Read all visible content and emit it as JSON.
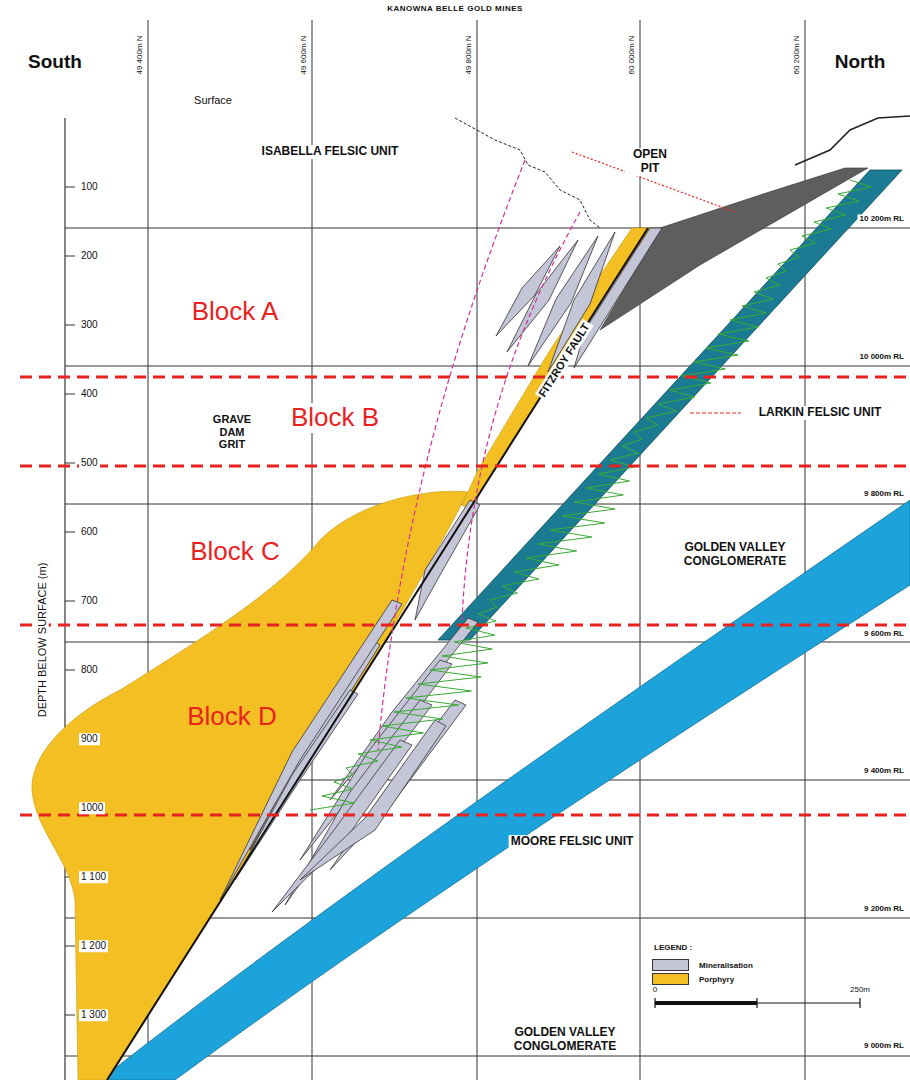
{
  "diagram": {
    "title": "KANOWNA BELLE GOLD MINES",
    "labels": [
      "South",
      "North",
      "Surface",
      "49 400m N",
      "49 600m N",
      "49 800m N",
      "60 000m N",
      "60 200m N",
      "100",
      "200",
      "300",
      "400",
      "500",
      "600",
      "700",
      "800",
      "900",
      "1000",
      "1 100",
      "1 200",
      "1 300",
      "DEPTH BELOW SURFACE (m)",
      "10 200m RL",
      "10 000m RL",
      "9 800m RL",
      "9 600m RL",
      "9 400m RL",
      "9 200m RL",
      "9 000m RL",
      "ISABELLA FELSIC UNIT",
      "OPEN PIT",
      "GRAVE DAM GRIT",
      "LARKIN FELSIC UNIT",
      "GOLDEN VALLEY CONGLOMERATE",
      "MOORE FELSIC UNIT",
      "GOLDEN VALLEY CONGLOMERATE",
      "FITZROY FAULT",
      "Block A",
      "Block B",
      "Block C",
      "Block D",
      "LEGEND :",
      "0",
      "250m"
    ],
    "legend": [
      {
        "text": "Mineralisation",
        "color": "#c5c5d8"
      },
      {
        "text": "Porphyry",
        "color": "#f3bf22"
      }
    ]
  }
}
